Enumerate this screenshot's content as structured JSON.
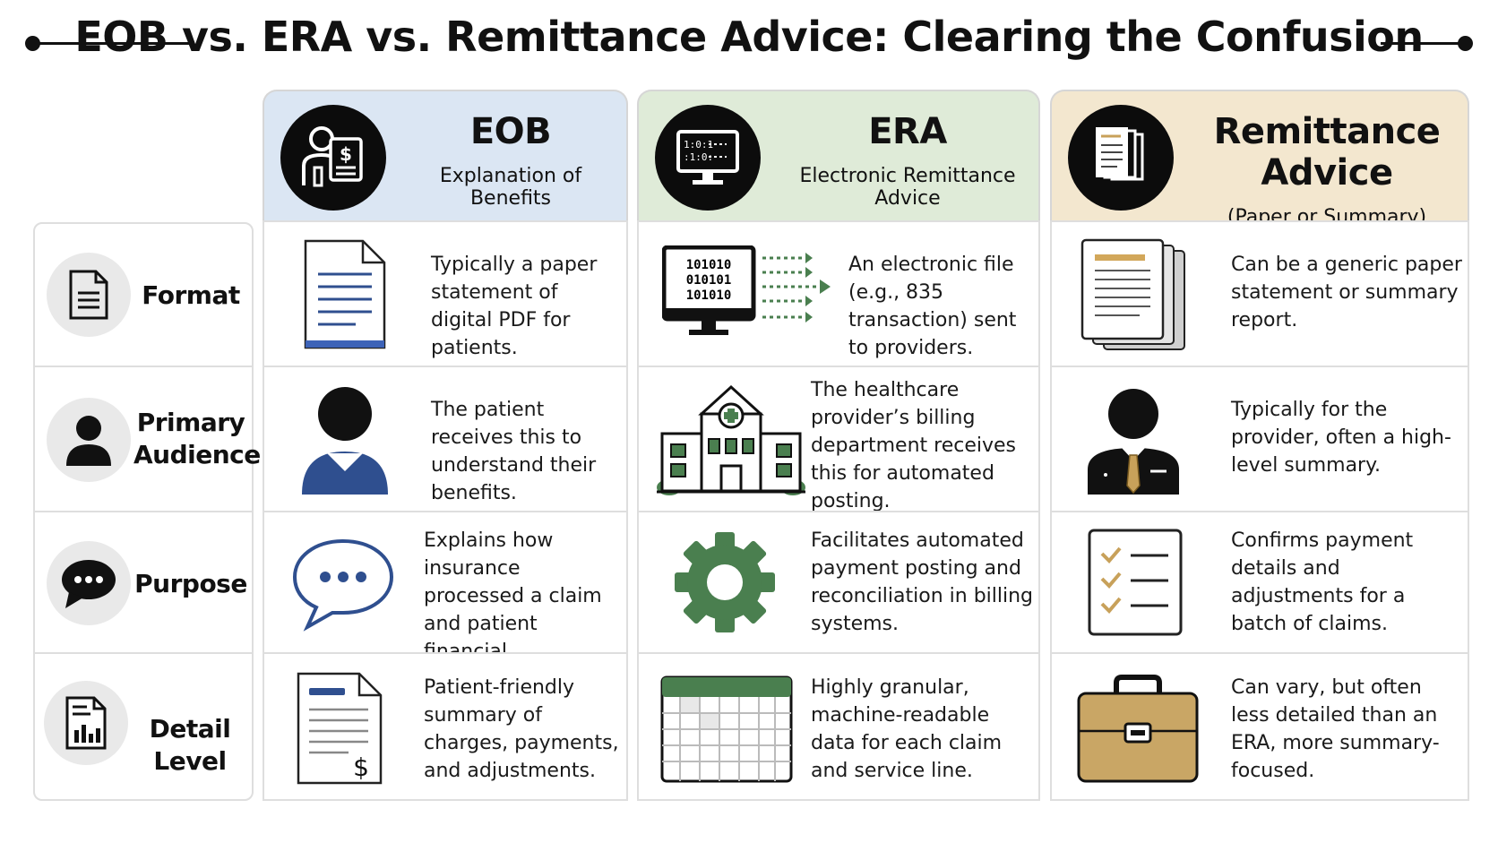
{
  "title": "EOB vs. ERA vs. Remittance Advice: Clearing the Confusion",
  "colors": {
    "eob_header": "#dbe6f3",
    "era_header": "#dfebd8",
    "ra_header": "#f3e7cf",
    "eob_accent": "#2f4f8f",
    "era_accent": "#4a7f4f",
    "ra_accent": "#c8a15a"
  },
  "columns": [
    {
      "title": "EOB",
      "subtitle": "Explanation of Benefits",
      "icon": "person-with-statement-icon"
    },
    {
      "title": "ERA",
      "subtitle": "Electronic Remittance Advice",
      "icon": "computer-monitor-icon"
    },
    {
      "title": "Remittance Advice",
      "subtitle": "(Paper or Summary)",
      "icon": "document-stack-icon"
    }
  ],
  "rows": [
    {
      "label": "Format",
      "label_icon": "document-icon",
      "cells": [
        {
          "icon": "document-page-icon",
          "text": "Typically a paper statement of digital PDF for patients."
        },
        {
          "icon": "binary-monitor-icon",
          "text": "An electronic file (e.g., 835 transaction) sent to providers."
        },
        {
          "icon": "paper-stack-icon",
          "text": "Can be a generic paper statement or summary report."
        }
      ]
    },
    {
      "label": "Primary Audience",
      "label_icon": "person-icon",
      "cells": [
        {
          "icon": "patient-icon",
          "text": "The patient receives this to understand their benefits."
        },
        {
          "icon": "hospital-icon",
          "text": "The healthcare provider’s billing department receives this for automated posting."
        },
        {
          "icon": "businessman-icon",
          "text": "Typically for the provider, often a high-level summary."
        }
      ]
    },
    {
      "label": "Purpose",
      "label_icon": "speech-bubble-icon",
      "cells": [
        {
          "icon": "chat-bubble-icon",
          "text": "Explains how insurance processed a claim and patient financial responsibility."
        },
        {
          "icon": "gear-icon",
          "text": "Facilitates automated payment posting and reconciliation in billing systems."
        },
        {
          "icon": "checklist-icon",
          "text": "Confirms payment details and adjustments for a batch of claims."
        }
      ]
    },
    {
      "label": "Detail Level",
      "label_icon": "report-chart-icon",
      "cells": [
        {
          "icon": "invoice-icon",
          "text": "Patient-friendly summary of charges, payments, and adjustments."
        },
        {
          "icon": "spreadsheet-icon",
          "text": "Highly granular, machine-readable data for each claim and service line."
        },
        {
          "icon": "briefcase-icon",
          "text": "Can vary, but often less detailed than an ERA, more summary-focused."
        }
      ]
    }
  ],
  "binary_text": [
    "101010",
    "010101",
    "101010"
  ]
}
